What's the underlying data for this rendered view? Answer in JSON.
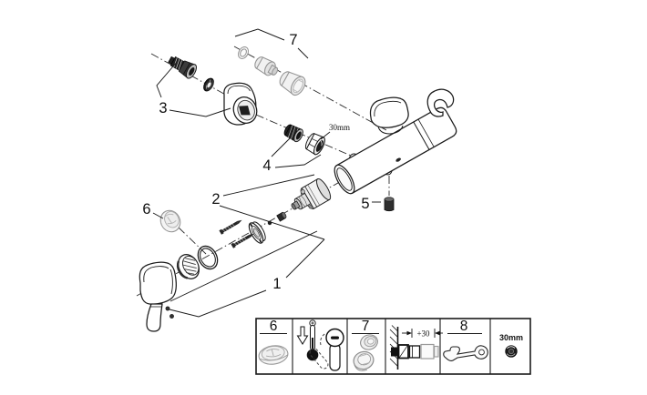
{
  "diagram": {
    "callouts": {
      "c1": "1",
      "c2": "2",
      "c3": "3",
      "c4": "4",
      "c5": "5",
      "c6": "6",
      "c7": "7"
    },
    "nut_annotation": "30mm",
    "legend": {
      "cap_label": "6",
      "extensions_label": "7",
      "wrench_label": "8",
      "dimension_label": "+30",
      "nut_size_label": "30mm"
    },
    "colors": {
      "line": "#1a1a1a",
      "grey_part_stroke": "#949494",
      "grey_part_fill": "#f1f1f1",
      "dark_part": "#1f1f1f",
      "background": "#ffffff"
    }
  }
}
